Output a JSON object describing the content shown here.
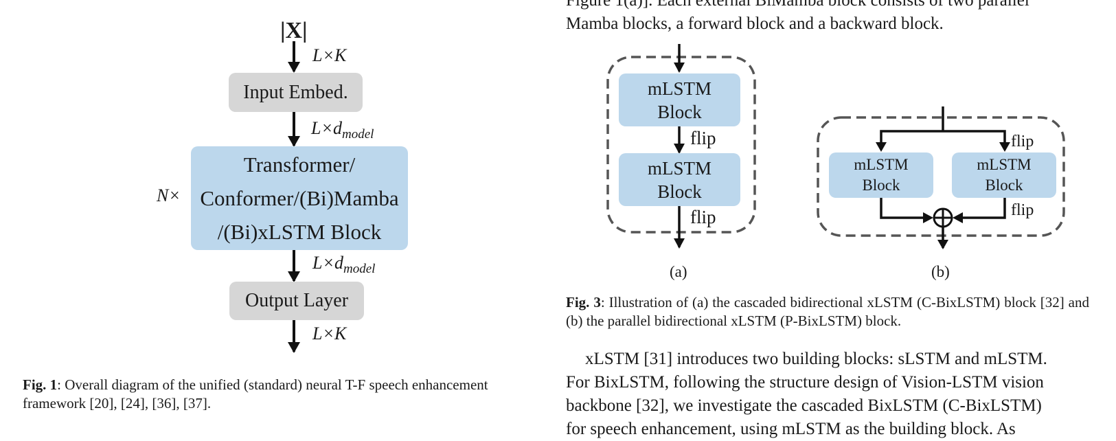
{
  "fig1": {
    "input_label": "|X|",
    "dim_in": "L×K",
    "input_embed": "Input Embed.",
    "dim_model_1_base": "L×d",
    "dim_model_1_sub": "model",
    "block_line1": "Transformer/",
    "block_line2": "Conformer/(Bi)Mamba",
    "block_line3": "/(Bi)xLSTM Block",
    "repeat": "N×",
    "dim_model_2_base": "L×d",
    "dim_model_2_sub": "model",
    "output_layer": "Output Layer",
    "dim_out": "L×K",
    "caption_prefix": "Fig. 1",
    "caption_text": ": Overall diagram of the unified (standard) neural T-F speech enhancement framework [20], [24], [36], [37]."
  },
  "top_text": {
    "line1": "Figure 1(a)]. Each external BiMamba block consists of two parallel",
    "line2": "Mamba blocks, a forward block and a backward block."
  },
  "fig3": {
    "a": {
      "block1_line1": "mLSTM",
      "block1_line2": "Block",
      "flip1": "flip",
      "block2_line1": "mLSTM",
      "block2_line2": "Block",
      "flip2": "flip",
      "label": "(a)"
    },
    "b": {
      "left_line1": "mLSTM",
      "left_line2": "Block",
      "right_line1": "mLSTM",
      "right_line2": "Block",
      "flip_top": "flip",
      "flip_bottom": "flip",
      "label": "(b)"
    },
    "caption_prefix": "Fig. 3",
    "caption_text": ": Illustration of (a) the cascaded bidirectional xLSTM (C-BixLSTM) block [32] and (b) the parallel bidirectional xLSTM (P-BixLSTM) block."
  },
  "paragraph": {
    "line1": "xLSTM [31] introduces two building blocks: sLSTM and mLSTM.",
    "line2": "For BixLSTM, following the structure design of Vision-LSTM vision",
    "line3": "backbone [32], we investigate the cascaded BixLSTM (C-BixLSTM)",
    "line4": "for speech enhancement, using mLSTM as the building block. As"
  }
}
